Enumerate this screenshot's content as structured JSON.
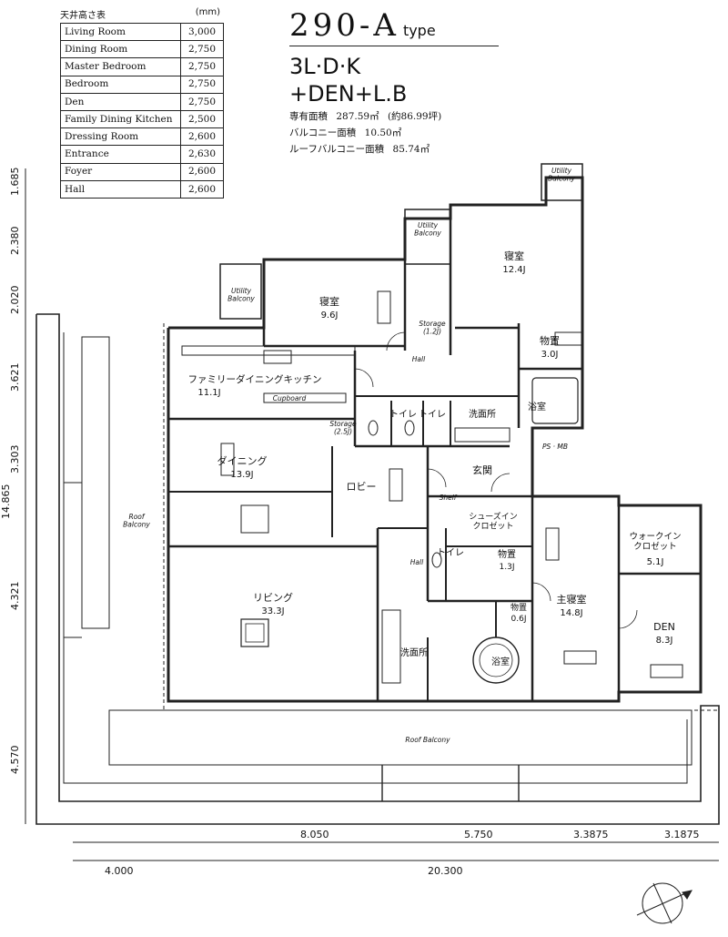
{
  "ceiling_table": {
    "title": "天井高さ表",
    "unit": "(mm)",
    "rows": [
      {
        "room": "Living Room",
        "height": "3,000"
      },
      {
        "room": "Dining Room",
        "height": "2,750"
      },
      {
        "room": "Master Bedroom",
        "height": "2,750"
      },
      {
        "room": "Bedroom",
        "height": "2,750"
      },
      {
        "room": "Den",
        "height": "2,750"
      },
      {
        "room": "Family Dining Kitchen",
        "height": "2,500"
      },
      {
        "room": "Dressing Room",
        "height": "2,600"
      },
      {
        "room": "Entrance",
        "height": "2,630"
      },
      {
        "room": "Foyer",
        "height": "2,600"
      },
      {
        "room": "Hall",
        "height": "2,600"
      }
    ]
  },
  "header": {
    "type_main": "290-A",
    "type_suffix": "type",
    "layout_line1": "3L·D·K",
    "layout_line2": "+DEN+L.B",
    "areas": [
      {
        "label": "専有面積",
        "value": "287.59㎡",
        "note": "(約86.99坪)"
      },
      {
        "label": "バルコニー面積",
        "value": "10.50㎡",
        "note": ""
      },
      {
        "label": "ルーフバルコニー面積",
        "value": "85.74㎡",
        "note": ""
      }
    ]
  },
  "rooms": {
    "bedroom_a": {
      "name": "寝室",
      "size": "12.4J"
    },
    "bedroom_b": {
      "name": "寝室",
      "size": "9.6J"
    },
    "storage_a": {
      "name": "物置",
      "size": "3.0J"
    },
    "fdk": {
      "name": "ファミリーダイニングキッチン",
      "size": "11.1J"
    },
    "dining": {
      "name": "ダイニング",
      "size": "13.9J"
    },
    "lobby": {
      "name": "ロビー"
    },
    "entrance": {
      "name": "玄関"
    },
    "toilet_1": {
      "name": "トイレ"
    },
    "toilet_2": {
      "name": "トイレ"
    },
    "toilet_3": {
      "name": "トイレ"
    },
    "washroom_1": {
      "name": "洗面所"
    },
    "washroom_2": {
      "name": "洗面所"
    },
    "bath_1": {
      "name": "浴室"
    },
    "bath_2": {
      "name": "浴室"
    },
    "shoe_closet": {
      "name": "シューズイン\nクロゼット"
    },
    "walkin_closet": {
      "name": "ウォークイン\nクロゼット",
      "size": "5.1J"
    },
    "storage_b": {
      "name": "物置",
      "size": "1.3J"
    },
    "storage_c": {
      "name": "物置",
      "size": "0.6J"
    },
    "master": {
      "name": "主寝室",
      "size": "14.8J"
    },
    "den": {
      "name": "DEN",
      "size": "8.3J"
    },
    "living": {
      "name": "リビング",
      "size": "33.3J"
    }
  },
  "labels": {
    "utility_balcony_1": "Utility\nBalcony",
    "utility_balcony_2": "Utility\nBalcony",
    "utility_balcony_3": "Utility\nBalcony",
    "roof_balcony_left": "Roof\nBalcony",
    "roof_balcony_bottom": "Roof Balcony",
    "hall_1": "Hall",
    "hall_2": "Hall",
    "storage_small_1": "Storage\n(1.2J)",
    "storage_small_2": "Storage\n(2.5J)",
    "cupboard": "Cupboard",
    "ps_mb": "PS · MB",
    "shelf": "Shelf"
  },
  "dimensions": {
    "left": [
      "1.685",
      "2.380",
      "2.020",
      "3.621",
      "3.303",
      "14.865",
      "4.321",
      "4.570"
    ],
    "bottom_top_row": [
      "8.050",
      "5.750",
      "3.3875",
      "3.1875"
    ],
    "bottom_left": "4.000",
    "bottom_total": "20.300"
  }
}
